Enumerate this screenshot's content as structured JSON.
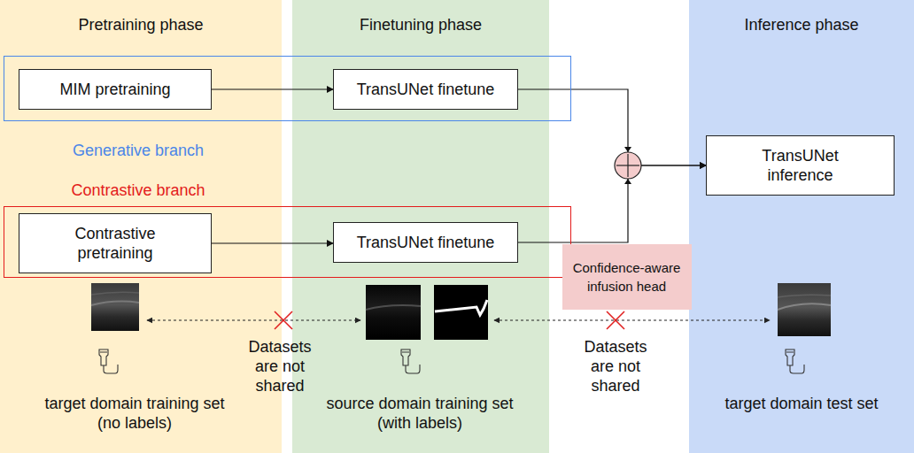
{
  "diagram": {
    "nodes": [
      {
        "text": [
          "Pretraining phase"
        ]
      },
      {
        "text": [
          "Finetuning phase"
        ]
      },
      {
        "text": [
          "Inference phase"
        ]
      },
      {
        "text": [
          "Generative branch"
        ]
      },
      {
        "text": [
          "MIM pretraining"
        ],
        "in": 3
      },
      {
        "text": [
          "TransUNet finetune"
        ],
        "in": 3
      },
      {
        "text": [
          "Contrastive branch"
        ]
      },
      {
        "text": [
          "Contrastive pretraining"
        ],
        "in": 6
      },
      {
        "text": [
          "TransUNet finetune"
        ],
        "in": 6
      },
      {
        "text": [
          "TransUNet inference"
        ],
        "in": 2
      },
      {
        "text": [
          "Confidence-aware infusion head"
        ]
      }
    ],
    "edges": [
      {
        "from": 4,
        "to": 5,
        "arrow": "to"
      },
      {
        "from": 7,
        "to": 8,
        "arrow": "to"
      },
      {
        "from": 5,
        "to": 9,
        "arrow": "to"
      },
      {
        "from": 8,
        "to": 9,
        "arrow": "to"
      }
    ],
    "labels": [
      "target domain training set (no labels)",
      "Datasets are not shared",
      "source domain training set (with labels)",
      "Datasets are not shared",
      "target domain test set"
    ]
  }
}
